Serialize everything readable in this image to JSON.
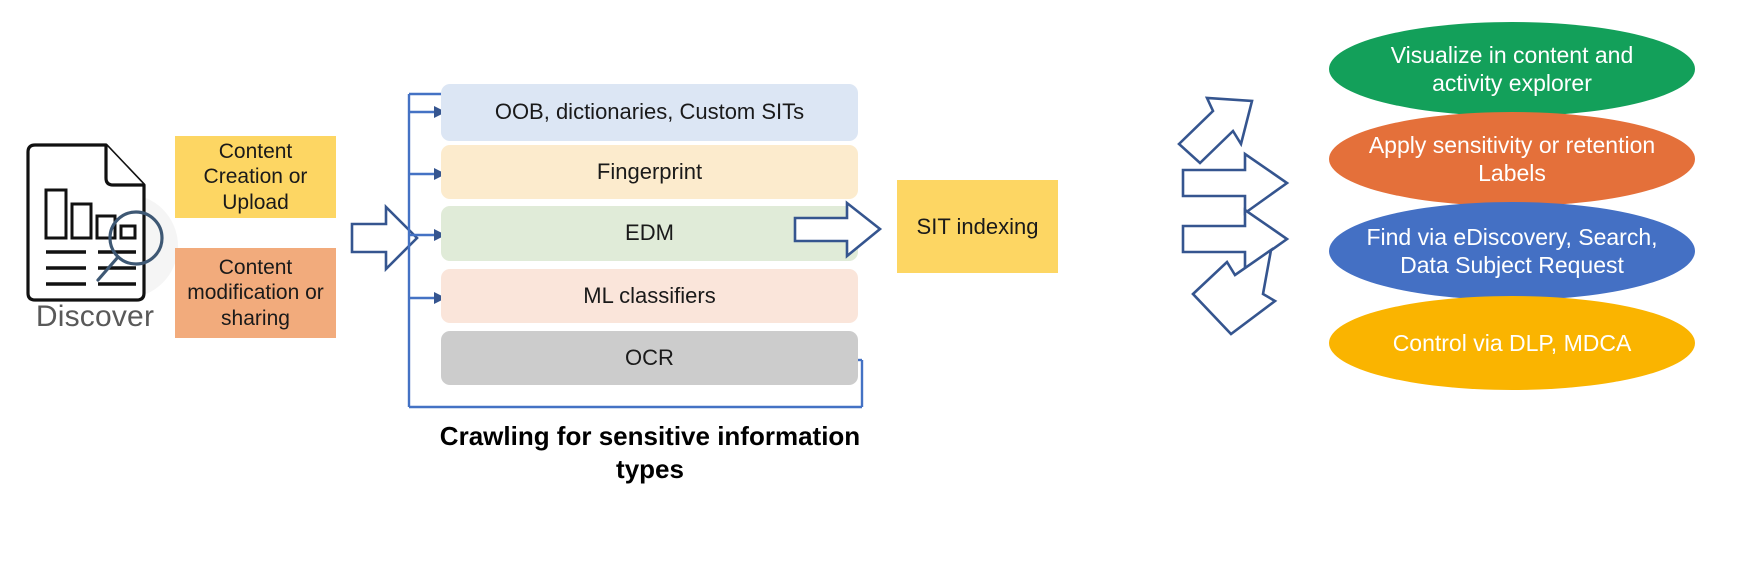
{
  "diagram": {
    "title": "Microsoft Purview sensitive information discovery flow",
    "colors": {
      "arrow_stroke": "#35558F",
      "connector_line": "#4472C4",
      "create_box": "#FDD663",
      "modify_box": "#F2AB7C",
      "oob_box": "#DCE6F4",
      "fingerprint_box": "#FCEBCD",
      "edm_box": "#E0EBD8",
      "ml_box": "#FAE5DA",
      "ocr_box": "#CCCCCC",
      "sit_box": "#FDD663",
      "oval_green": "#13A05A",
      "oval_orange": "#E4703A",
      "oval_blue": "#4470C4",
      "oval_yellow": "#FAB400",
      "discover_label": "#595959"
    }
  },
  "discover": {
    "label": "Discover",
    "icon": "document-magnifier-icon"
  },
  "sources": [
    {
      "id": "content-creation",
      "label": "Content Creation or Upload"
    },
    {
      "id": "content-modification",
      "label": "Content modification or sharing"
    }
  ],
  "crawl": {
    "caption": "Crawling for sensitive information types",
    "methods": [
      {
        "id": "oob",
        "label": "OOB, dictionaries, Custom SITs"
      },
      {
        "id": "fingerprint",
        "label": "Fingerprint"
      },
      {
        "id": "edm",
        "label": "EDM"
      },
      {
        "id": "ml",
        "label": "ML classifiers"
      },
      {
        "id": "ocr",
        "label": "OCR"
      }
    ]
  },
  "indexing": {
    "label": "SIT indexing"
  },
  "outcomes": [
    {
      "id": "visualize",
      "label": "Visualize in content and activity explorer"
    },
    {
      "id": "labels",
      "label": "Apply sensitivity or retention Labels"
    },
    {
      "id": "find",
      "label": "Find via eDiscovery, Search, Data Subject Request"
    },
    {
      "id": "control",
      "label": "Control via DLP, MDCA"
    }
  ]
}
